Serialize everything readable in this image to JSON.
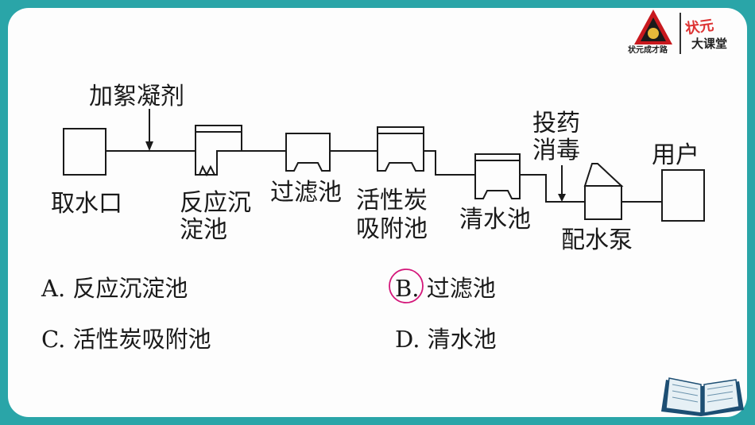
{
  "logo": {
    "brand_left": "状元成才路",
    "brand_right_top": "状元",
    "brand_right_bottom": "大课堂"
  },
  "diagram": {
    "labels": {
      "coagulant": "加絮凝剂",
      "intake": "取水口",
      "sedimentation_line1": "反应沉",
      "sedimentation_line2": "淀池",
      "filter": "过滤池",
      "carbon_line1": "活性炭",
      "carbon_line2": "吸附池",
      "clear_water": "清水池",
      "disinfect_line1": "投药",
      "disinfect_line2": "消毒",
      "pump": "配水泵",
      "user": "用户"
    }
  },
  "options": [
    {
      "letter": "A.",
      "text": "反应沉淀池"
    },
    {
      "letter": "B.",
      "text": "过滤池",
      "circled": true
    },
    {
      "letter": "C.",
      "text": "活性炭吸附池"
    },
    {
      "letter": "D.",
      "text": "清水池"
    }
  ],
  "colors": {
    "background": "#2aa5a8",
    "card": "#fdfdfd",
    "answer_circle": "#d4177a"
  }
}
